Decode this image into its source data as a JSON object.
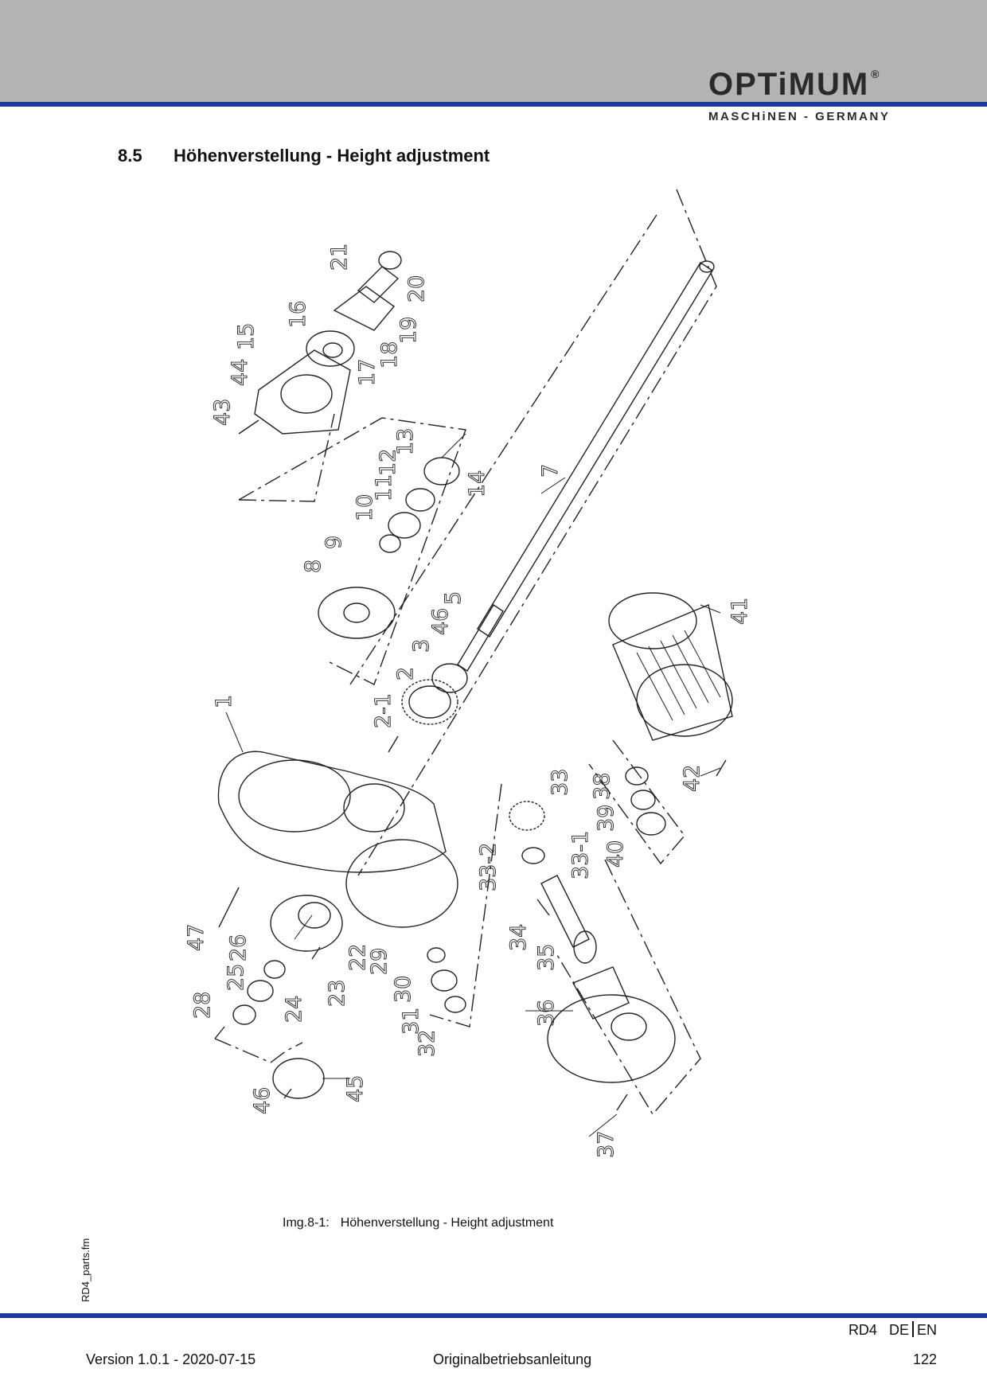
{
  "header": {
    "brand": "OPTiMUM",
    "registered_mark": "®",
    "brand_sub": "MASCHiNEN - GERMANY"
  },
  "section": {
    "number": "8.5",
    "title": "Höhenverstellung - Height adjustment"
  },
  "figure": {
    "callouts": [
      "1",
      "2",
      "2-1",
      "3",
      "46",
      "5",
      "7",
      "8",
      "9",
      "10",
      "11",
      "12",
      "13",
      "14",
      "15",
      "16",
      "17",
      "18",
      "19",
      "20",
      "21",
      "22",
      "23",
      "24",
      "25",
      "26",
      "28",
      "29",
      "30",
      "31",
      "32",
      "33",
      "33-1",
      "33-2",
      "34",
      "35",
      "36",
      "37",
      "38",
      "39",
      "40",
      "41",
      "42",
      "43",
      "44",
      "45",
      "46",
      "47"
    ],
    "caption_label": "Img.8-1:",
    "caption_text": "Höhenverstellung - Height adjustment"
  },
  "side_note": "RD4_parts.fm",
  "footer": {
    "model": "RD4",
    "lang_de": "DE",
    "lang_en": "EN",
    "version": "Version 1.0.1 - 2020-07-15",
    "doc_type": "Originalbetriebsanleitung",
    "page_number": "122"
  },
  "colors": {
    "header_band": "#b3b3b3",
    "accent_rule": "#1e3a94"
  }
}
